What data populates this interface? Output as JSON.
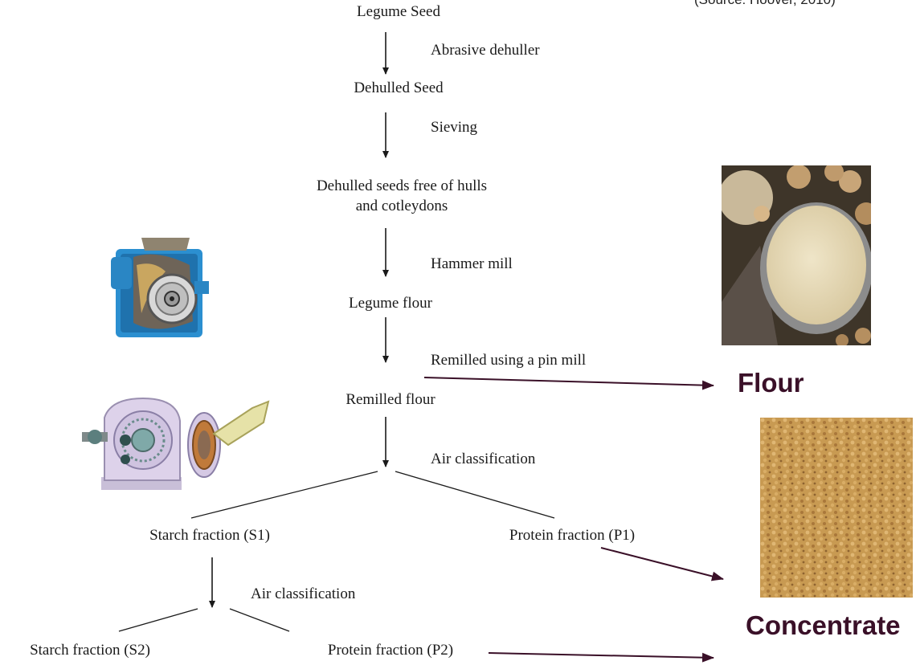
{
  "source": "(Source: Hoover, 2010)",
  "nodes": {
    "legume_seed": "Legume Seed",
    "dehulled_seed": "Dehulled Seed",
    "dehulled_free_line1": "Dehulled seeds free of hulls",
    "dehulled_free_line2": "and cotleydons",
    "legume_flour": "Legume flour",
    "remilled_flour": "Remilled flour",
    "starch_s1": "Starch fraction (S1)",
    "protein_p1": "Protein fraction (P1)",
    "starch_s2": "Starch fraction (S2)",
    "protein_p2": "Protein fraction (P2)"
  },
  "steps": {
    "abrasive": "Abrasive dehuller",
    "sieving": "Sieving",
    "hammer": "Hammer mill",
    "pin_mill": "Remilled using a pin mill",
    "air1": "Air classification",
    "air2": "Air classification"
  },
  "products": {
    "flour": "Flour",
    "concentrate": "Concentrate"
  },
  "colors": {
    "arrow_dark": "#1a1a1a",
    "product_arrow": "#3a1028",
    "product_label": "#3a1028",
    "mill_blue": "#2b8fd0"
  }
}
